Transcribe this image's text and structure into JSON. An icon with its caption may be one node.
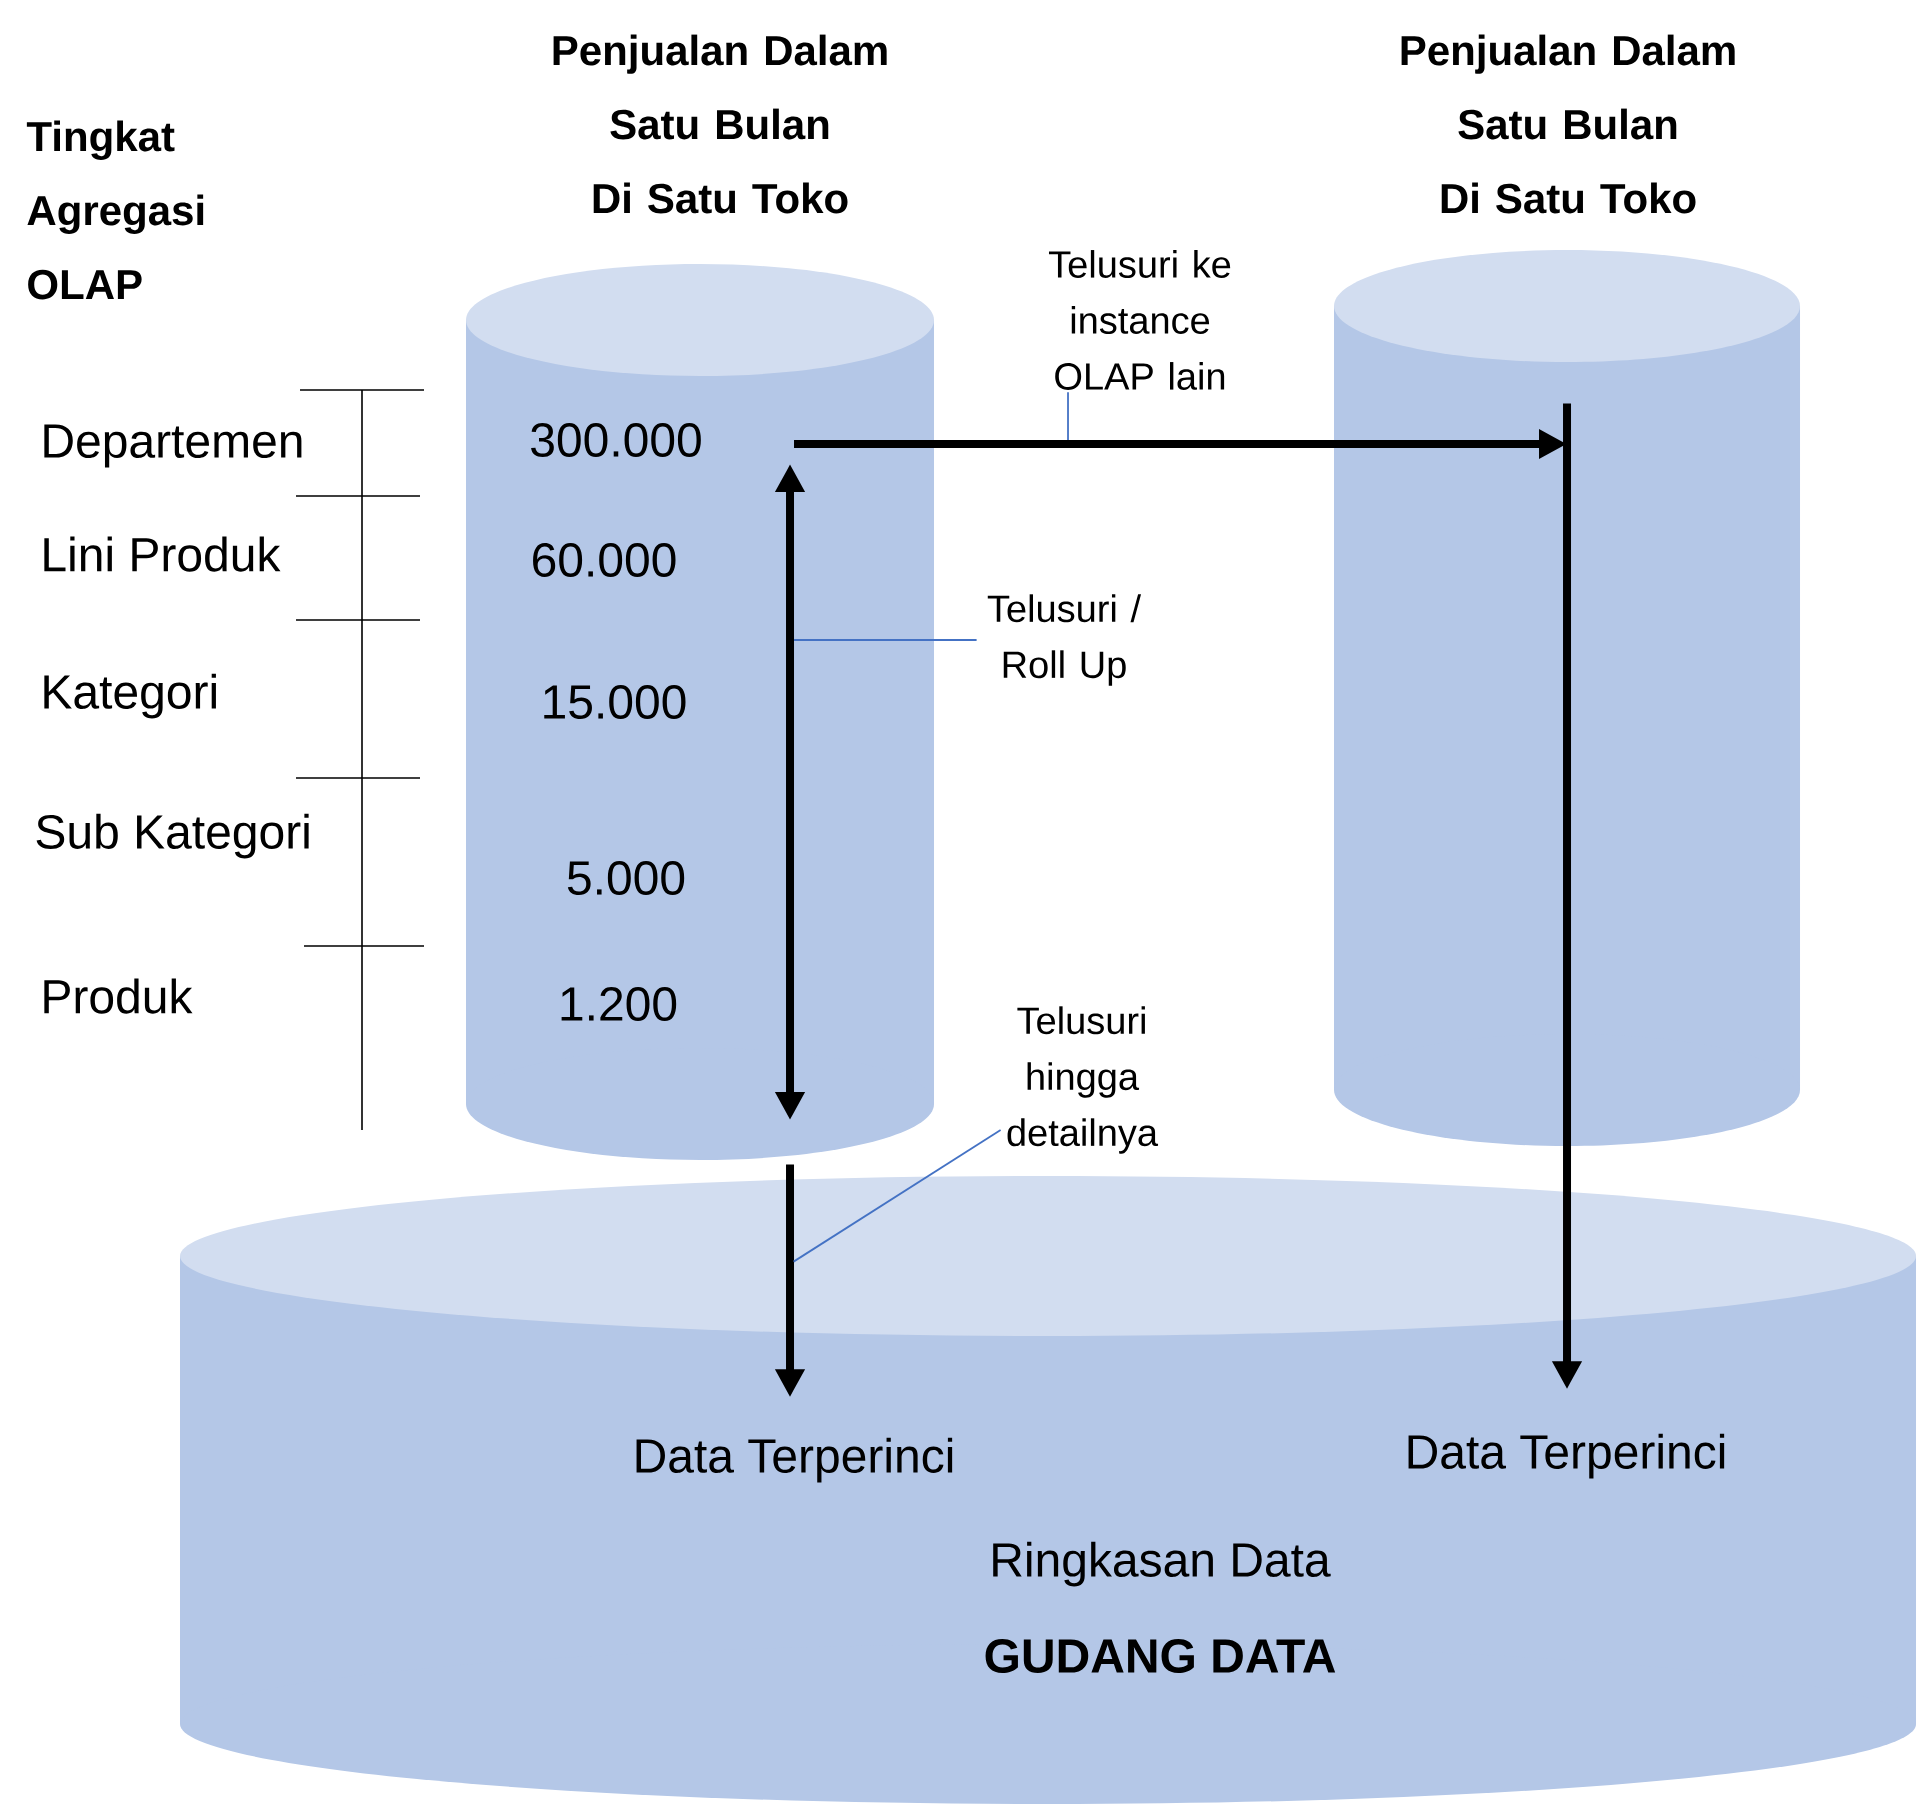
{
  "diagram": {
    "nodes": [
      {
        "text": [
          "Penjualan Dalam Satu Bulan Di Satu Toko"
        ]
      },
      {
        "text": [
          "300.000"
        ],
        "in": 0
      },
      {
        "text": [
          "60.000"
        ],
        "in": 0
      },
      {
        "text": [
          "15.000"
        ],
        "in": 0
      },
      {
        "text": [
          "5.000"
        ],
        "in": 0
      },
      {
        "text": [
          "1.200"
        ],
        "in": 0
      },
      {
        "text": [
          "Penjualan Dalam Satu Bulan Di Satu Toko"
        ]
      },
      {
        "text": [
          "Ringkasan Data",
          "GUDANG DATA"
        ]
      },
      {
        "text": [
          "Data Terperinci"
        ],
        "in": 7
      },
      {
        "text": [
          "Data Terperinci"
        ],
        "in": 7
      },
      {
        "text": [
          "Telusuri ke instance OLAP lain"
        ]
      },
      {
        "text": [
          "Telusuri / Roll Up"
        ]
      },
      {
        "text": [
          "Telusuri hingga detailnya"
        ]
      }
    ],
    "edges": [
      {
        "from": 1,
        "to": 6,
        "arrow": "to"
      },
      {
        "from": 1,
        "to": 5,
        "arrow": "both"
      },
      {
        "from": 0,
        "to": 8,
        "arrow": "to"
      },
      {
        "from": 6,
        "to": 9,
        "arrow": "to"
      },
      {
        "from": 10,
        "to": null,
        "arrow": "none",
        "color": "#4472c4"
      },
      {
        "from": 11,
        "to": null,
        "arrow": "none",
        "color": "#4472c4"
      },
      {
        "from": 12,
        "to": 7,
        "arrow": "none",
        "color": "#4472c4"
      }
    ],
    "labels": [
      "Tingkat Agregasi OLAP",
      "Departemen",
      "Lini Produk",
      "Kategori",
      "Sub Kategori",
      "Produk"
    ]
  }
}
